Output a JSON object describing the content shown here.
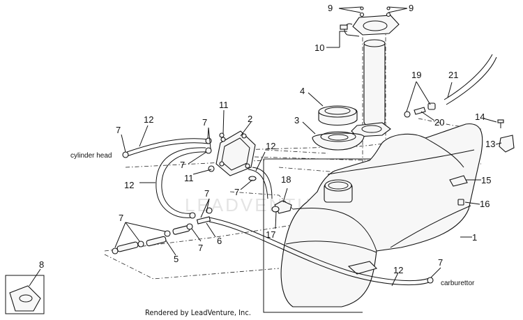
{
  "labels": {
    "cylinder_head": "cylinder head",
    "carburettor": "carburettor"
  },
  "callouts": {
    "c1": "1",
    "c2": "2",
    "c3": "3",
    "c4": "4",
    "c5": "5",
    "c6": "6",
    "c7a": "7",
    "c7b": "7",
    "c7c": "7",
    "c7d": "7",
    "c7e": "7",
    "c7f": "7",
    "c7g": "7",
    "c7h": "7",
    "c8": "8",
    "c9a": "9",
    "c9b": "9",
    "c10": "10",
    "c11a": "11",
    "c11b": "11",
    "c12a": "12",
    "c12b": "12",
    "c12c": "12",
    "c12d": "12",
    "c13": "13",
    "c14": "14",
    "c15": "15",
    "c16": "16",
    "c17": "17",
    "c18": "18",
    "c19": "19",
    "c20": "20",
    "c21": "21"
  },
  "credit": "Rendered by LeadVenture, Inc.",
  "watermark": "LEADVENTURE"
}
